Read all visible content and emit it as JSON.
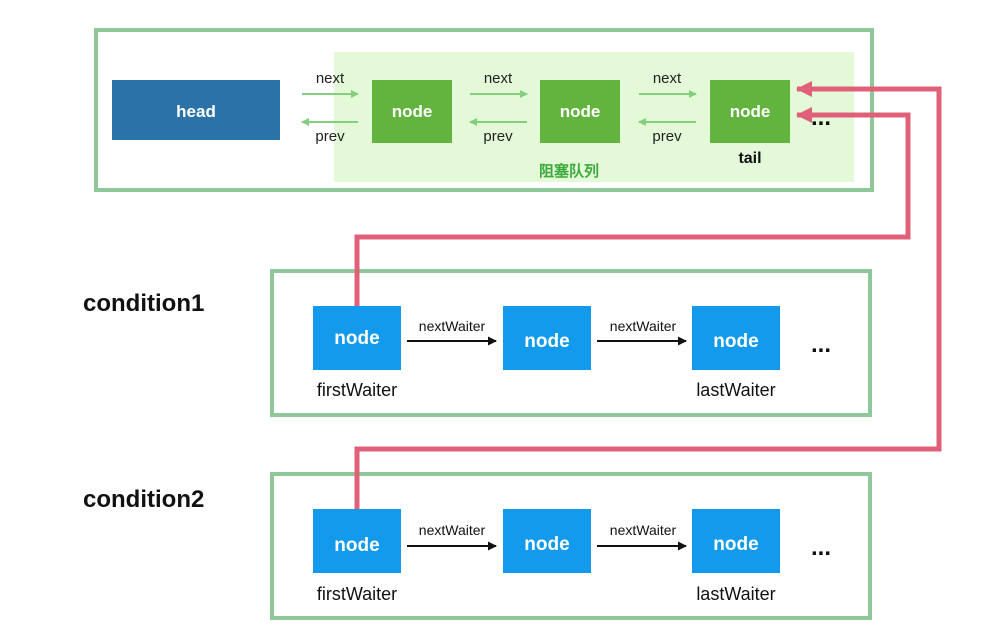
{
  "colors": {
    "frame_border": "#8fc99b",
    "queue_background": "#e3f9d7",
    "head_fill": "#2a72a8",
    "queue_node_fill": "#62b43f",
    "condition_node_fill": "#139aec",
    "link_arrow": "#82cf7f",
    "transfer_line": "#e0607a",
    "text_dark": "#222222",
    "text_green": "#3cab3c"
  },
  "sync_queue": {
    "head_label": "head",
    "node_label": "node",
    "next_label": "next",
    "prev_label": "prev",
    "tail_label": "tail",
    "queue_caption": "阻塞队列",
    "ellipsis": "..."
  },
  "conditions": [
    {
      "title": "condition1",
      "node_label": "node",
      "link_label": "nextWaiter",
      "first_label": "firstWaiter",
      "last_label": "lastWaiter",
      "ellipsis": "..."
    },
    {
      "title": "condition2",
      "node_label": "node",
      "link_label": "nextWaiter",
      "first_label": "firstWaiter",
      "last_label": "lastWaiter",
      "ellipsis": "..."
    }
  ]
}
